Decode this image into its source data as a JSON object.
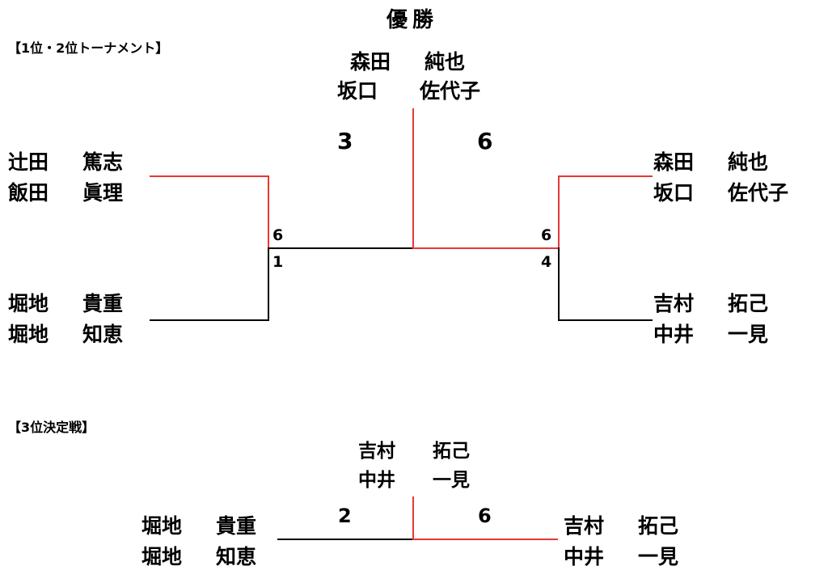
{
  "labels": {
    "tournament": "【1位・2位トーナメント】",
    "third_place": "【3位決定戦】",
    "champion": "優勝"
  },
  "main_bracket": {
    "champion": {
      "team": [
        [
          "森田",
          "純也"
        ],
        [
          "坂口",
          "佐代子"
        ]
      ]
    },
    "final_scores": {
      "left": "3",
      "right": "6"
    },
    "left_semi": {
      "top": {
        "team": [
          [
            "辻田",
            "篤志"
          ],
          [
            "飯田",
            "眞理"
          ]
        ],
        "score": "6"
      },
      "bottom": {
        "team": [
          [
            "堀地",
            "貴重"
          ],
          [
            "堀地",
            "知恵"
          ]
        ],
        "score": "1"
      }
    },
    "right_semi": {
      "top": {
        "team": [
          [
            "森田",
            "純也"
          ],
          [
            "坂口",
            "佐代子"
          ]
        ],
        "score": "6"
      },
      "bottom": {
        "team": [
          [
            "吉村",
            "拓己"
          ],
          [
            "中井",
            "一見"
          ]
        ],
        "score": "4"
      }
    }
  },
  "third_place_match": {
    "winner": {
      "team": [
        [
          "吉村",
          "拓己"
        ],
        [
          "中井",
          "一見"
        ]
      ]
    },
    "left": {
      "team": [
        [
          "堀地",
          "貴重"
        ],
        [
          "堀地",
          "知恵"
        ]
      ],
      "score": "2"
    },
    "right": {
      "team": [
        [
          "吉村",
          "拓己"
        ],
        [
          "中井",
          "一見"
        ]
      ],
      "score": "6"
    }
  },
  "colors": {
    "winner_line": "#e53935",
    "loser_line": "#000000"
  }
}
